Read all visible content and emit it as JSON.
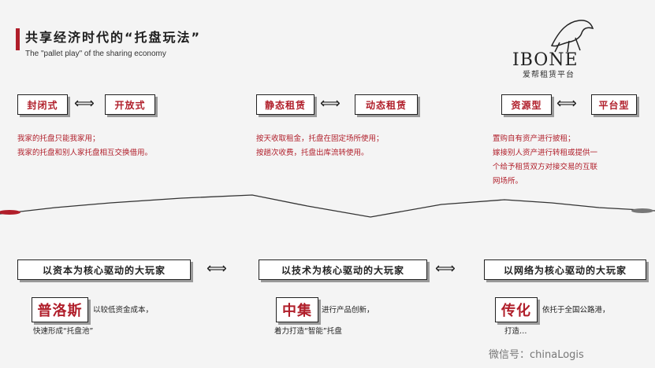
{
  "title": "共享经济时代的“托盘玩法”",
  "subtitle": "The \"pallet play\" of the sharing economy",
  "logo": {
    "name": "IBONE",
    "sub": "爱帮租赁平台"
  },
  "top_pairs": [
    {
      "left": "封闭式",
      "right": "开放式",
      "lines": [
        "我家的托盘只能我家用；",
        "我家的托盘和别人家托盘相互交换借用。"
      ]
    },
    {
      "left": "静态租赁",
      "right": "动态租赁",
      "lines": [
        "按天收取租金，托盘在固定场所使用；",
        "按趟次收费，托盘出库流转使用。"
      ]
    },
    {
      "left": "资源型",
      "right": "平台型",
      "lines": [
        "置购自有资产进行披租；",
        "嫁接别人资产进行转租或提供一",
        "个给予租赁双方对接交易的互联",
        "网场所。"
      ]
    }
  ],
  "bottom_labels": [
    "以资本为核心驱动的大玩家",
    "以技术为核心驱动的大玩家",
    "以网络为核心驱动的大玩家"
  ],
  "brands": [
    {
      "name": "普洛斯",
      "line1": "以较低资金成本，",
      "line2": "快速形成“托盘池”"
    },
    {
      "name": "中集",
      "line1": "进行产品创新，",
      "line2": "着力打造“智能”托盘"
    },
    {
      "name": "传化",
      "line1": "依托于全国公路港，",
      "line2": "打造…"
    }
  ],
  "watermark": "微信号：chinaLogis"
}
